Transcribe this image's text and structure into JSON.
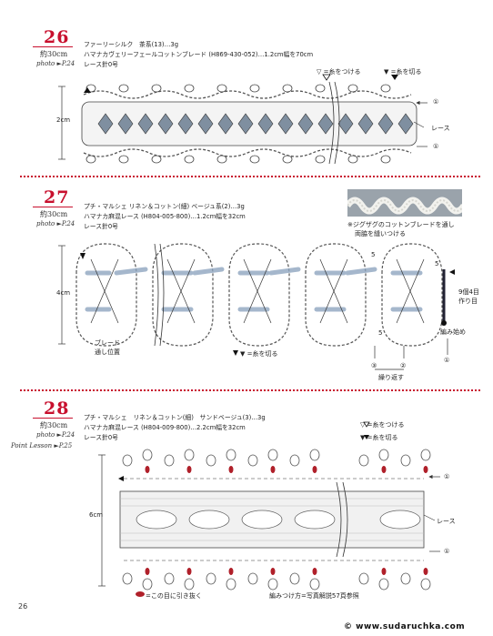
{
  "p26": {
    "number": "26",
    "length": "約30cm",
    "photo": "photo ►P.24",
    "materials": [
      "ファーリーシルク　茶系(13)…3g",
      "ハマナカヴェリーフェールコットンブレード (H869-430-052)…1.2cm幅を70cm",
      "レース針0号"
    ],
    "legend_attach": "▽ =糸をつける",
    "legend_cut": "▼ =糸を切る",
    "circle_label": "①",
    "size_label": "2cm",
    "lace_label": "レース"
  },
  "p27": {
    "number": "27",
    "length": "約30cm",
    "photo": "photo ►P.24",
    "materials": [
      "プチ・マルシェ リネン＆コットン(細) ベージュ系(2)…3g",
      "ハマナカ麻混レース (H804-005-800)…1.2cm幅を32cm",
      "レース針0号"
    ],
    "photo_note": [
      "※ジグザグのコットンブレードを通し",
      "両脇を縫いつける"
    ],
    "size_label": "4cm",
    "braid_label": [
      "ブレード",
      "通し位置"
    ],
    "cut_label": "▼ =糸を切る",
    "stitch_start": "編み始め",
    "row4": [
      "9個4目",
      "作り目"
    ],
    "repeat_label": "繰り返す",
    "circled": [
      "③",
      "②",
      "①"
    ],
    "five": "5"
  },
  "p28": {
    "number": "28",
    "length": "約30cm",
    "photo": "photo ►P.24",
    "point_lesson": "Point Lesson ►P.25",
    "materials": [
      "プチ・マルシェ　リネン＆コットン(細)　サンドベージュ(3)…3g",
      "ハマナカ麻混レース (H804-009-800)…2.2cm幅を32cm",
      "レース針0号"
    ],
    "legend_attach": "▽ =糸をつける",
    "legend_cut": "▼ =糸を切る",
    "size_label": "6cm",
    "lace_label": "レース",
    "circle_label": "①",
    "red_note": "=この目に引き抜く",
    "pattern_note": "編みつけ方=写真解説57頁参照"
  },
  "page_number": "26",
  "url": "© www.sudaruchka.com"
}
